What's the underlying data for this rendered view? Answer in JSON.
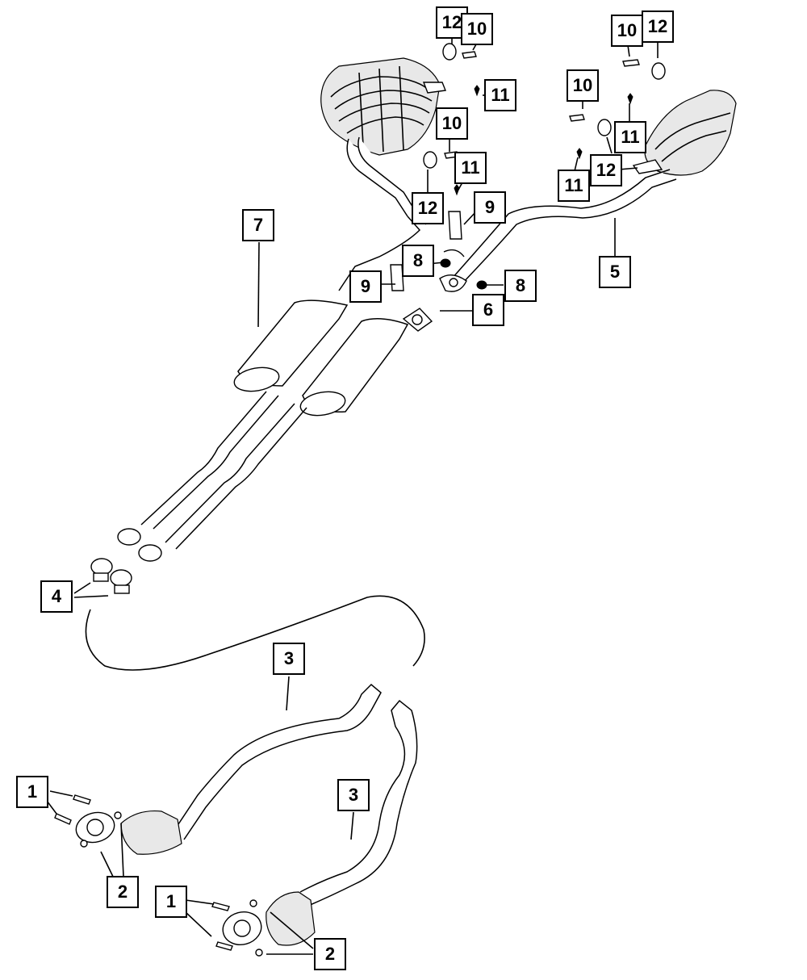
{
  "callouts": [
    {
      "id": "c12a",
      "label": "12"
    },
    {
      "id": "c10a",
      "label": "10"
    },
    {
      "id": "c10b",
      "label": "10"
    },
    {
      "id": "c12b",
      "label": "12"
    },
    {
      "id": "c11a",
      "label": "11"
    },
    {
      "id": "c10c",
      "label": "10"
    },
    {
      "id": "c10d",
      "label": "10"
    },
    {
      "id": "c11b",
      "label": "11"
    },
    {
      "id": "c11c",
      "label": "11"
    },
    {
      "id": "c12c",
      "label": "12"
    },
    {
      "id": "c11d",
      "label": "11"
    },
    {
      "id": "c12d",
      "label": "12"
    },
    {
      "id": "c9a",
      "label": "9"
    },
    {
      "id": "c7",
      "label": "7"
    },
    {
      "id": "c8a",
      "label": "8"
    },
    {
      "id": "c5",
      "label": "5"
    },
    {
      "id": "c9b",
      "label": "9"
    },
    {
      "id": "c8b",
      "label": "8"
    },
    {
      "id": "c6",
      "label": "6"
    },
    {
      "id": "c4",
      "label": "4"
    },
    {
      "id": "c3a",
      "label": "3"
    },
    {
      "id": "c3b",
      "label": "3"
    },
    {
      "id": "c1a",
      "label": "1"
    },
    {
      "id": "c2a",
      "label": "2"
    },
    {
      "id": "c1b",
      "label": "1"
    },
    {
      "id": "c2b",
      "label": "2"
    }
  ]
}
